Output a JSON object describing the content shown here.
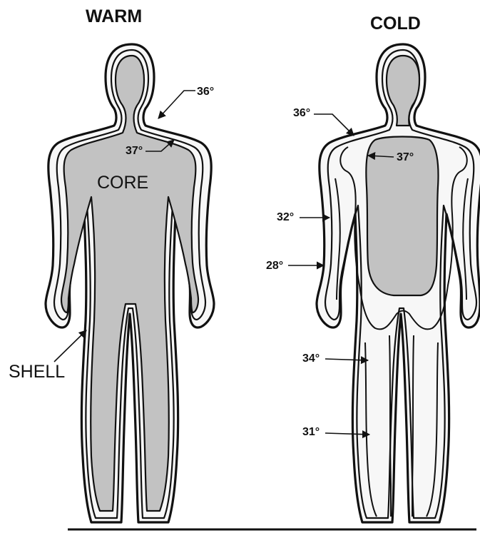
{
  "warm": {
    "title": "WARM",
    "core_label": "CORE",
    "shell_label": "SHELL",
    "temp_skin": "36°",
    "temp_core": "37°"
  },
  "cold": {
    "title": "COLD",
    "temp_skin": "36°",
    "temp_core": "37°",
    "temp_upper_arm": "32°",
    "temp_forearm": "28°",
    "temp_thigh": "34°",
    "temp_lower_leg": "31°"
  },
  "colors": {
    "core": "#c2c2c2",
    "shell": "#f7f7f7",
    "ink": "#111111"
  }
}
